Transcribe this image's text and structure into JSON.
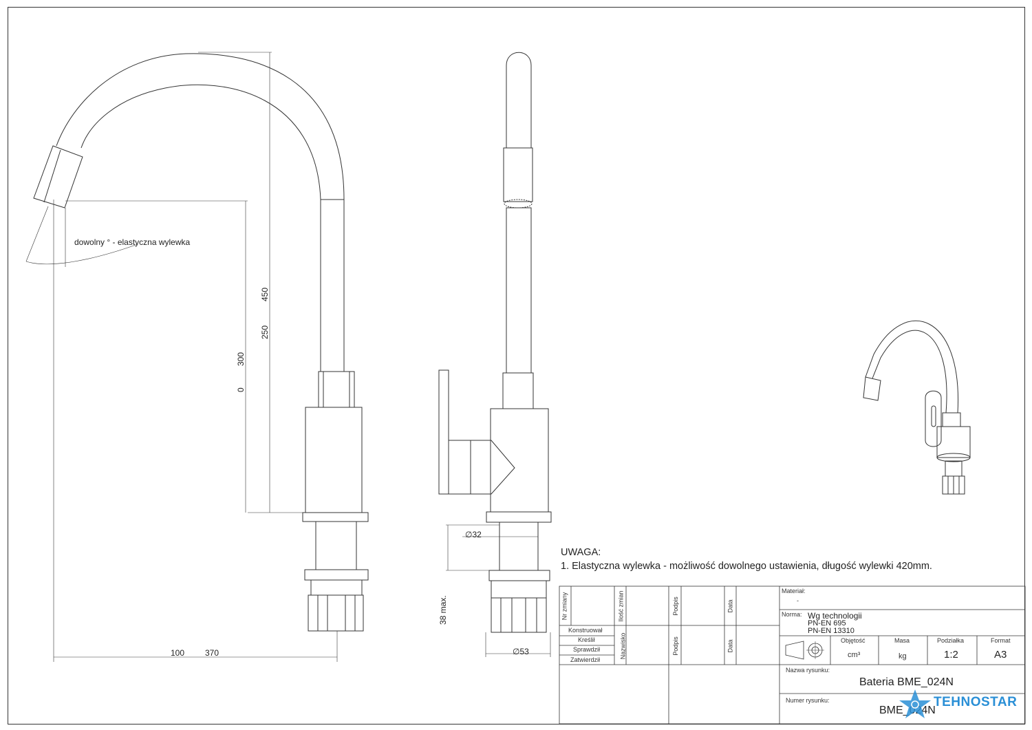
{
  "dimensions": {
    "h1": "450",
    "h1_min": "250",
    "h2": "300",
    "h2_min": "0",
    "w1": "370",
    "w1_min": "100",
    "angle_label": "dowolny ° - elastyczna wylewka",
    "d32": "∅32",
    "d53": "∅53",
    "h38": "38 max."
  },
  "notes": {
    "heading": "UWAGA:",
    "line1": "1. Elastyczna wylewka - możliwość dowolnego ustawienia, długość wylewki 420mm."
  },
  "title_block": {
    "nr_zmiany": "Nr zmiany",
    "ilosc_zmian": "Ilość zmian",
    "podpis": "Podpis",
    "data": "Data",
    "nazwisko": "Nazwisko",
    "konstruowal": "Konstruował",
    "kreslil": "Kreślił",
    "sprawdzil": "Sprawdził",
    "zatwierdzil": "Zatwierdził",
    "material_label": "Materiał:",
    "material_value": "-",
    "norma_label": "Norma:",
    "norma_lines": [
      "Wg technologii",
      "PN-EN 695",
      "PN-EN 13310"
    ],
    "objetosc_label": "Objętość",
    "objetosc_value": "cm³",
    "masa_label": "Masa",
    "masa_value": "kg",
    "podzialka_label": "Podziałka",
    "podzialka_value": "1:2",
    "format_label": "Format",
    "format_value": "A3",
    "nazwa_label": "Nazwa rysunku:",
    "nazwa_value": "Bateria BME_024N",
    "numer_label": "Numer rysunku:",
    "numer_value": "BME_024N"
  },
  "logo": {
    "text": "TEHNOSTAR",
    "color": "#2a8fd6"
  }
}
